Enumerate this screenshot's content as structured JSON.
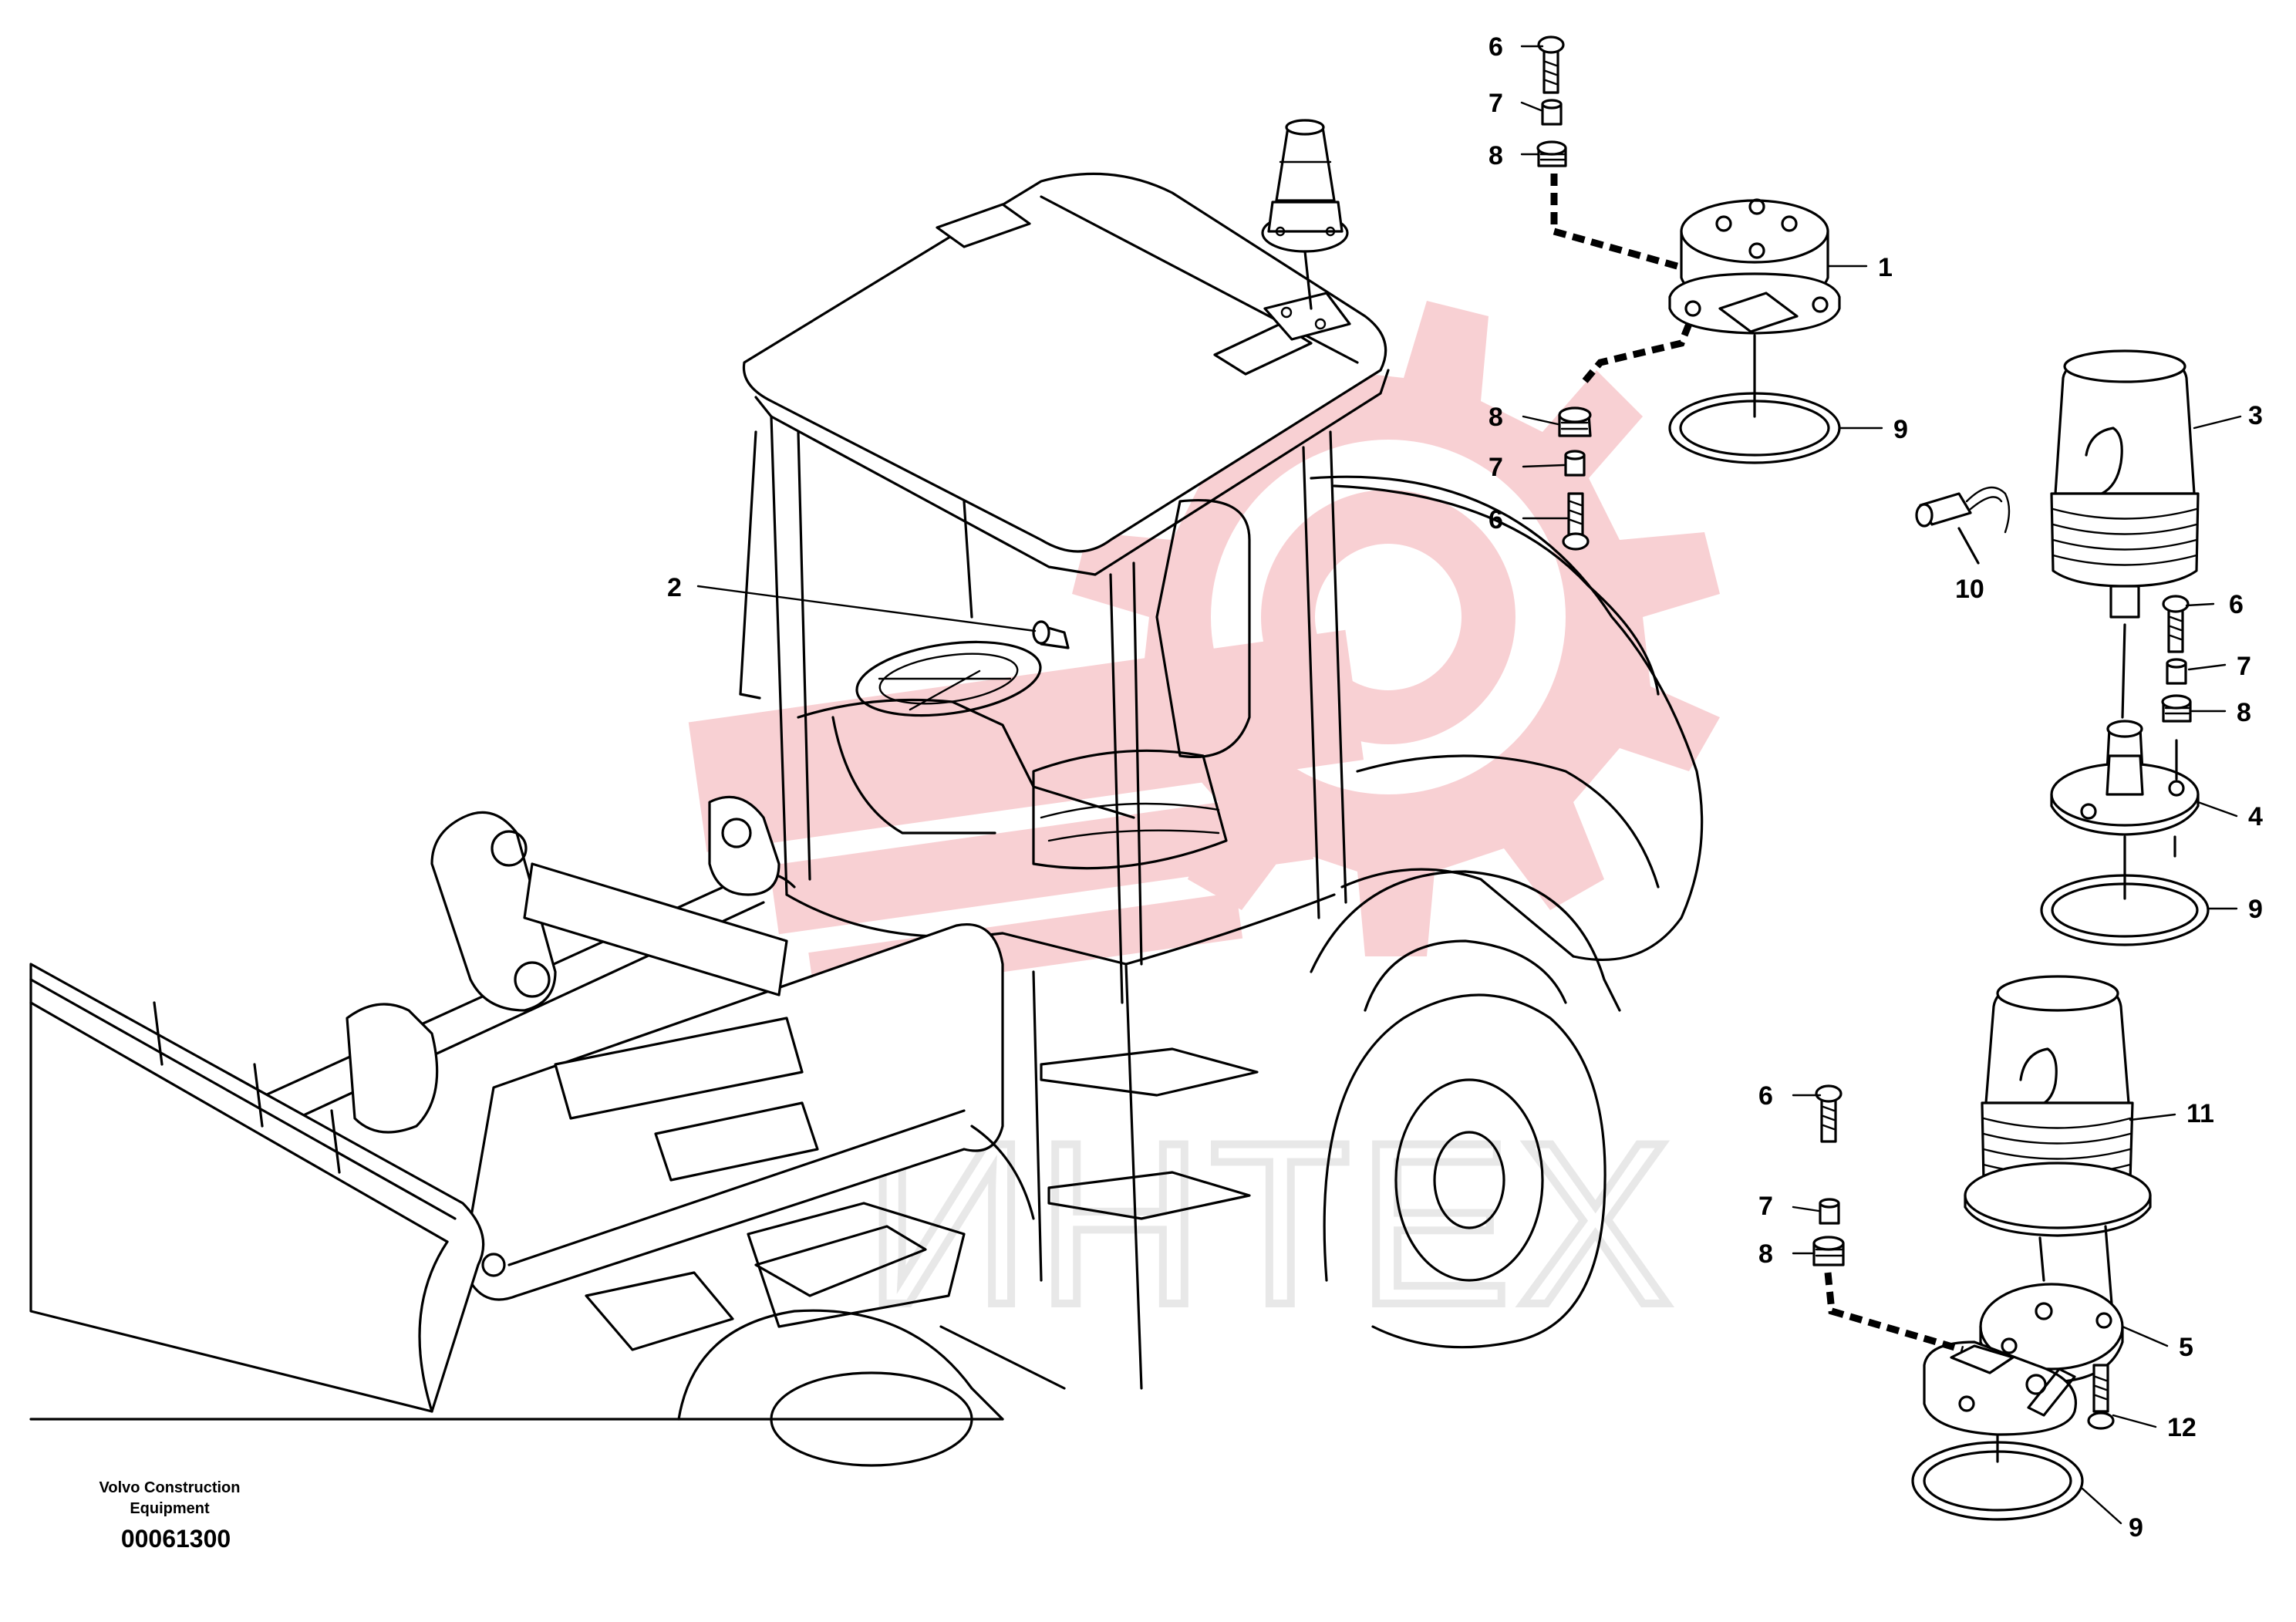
{
  "diagram": {
    "callouts": [
      {
        "id": "c1",
        "label": "1",
        "part": "base-1"
      },
      {
        "id": "c2",
        "label": "2",
        "part": "socket-2"
      },
      {
        "id": "c3",
        "label": "3",
        "part": "beacon-3"
      },
      {
        "id": "c4",
        "label": "4",
        "part": "base-4"
      },
      {
        "id": "c5",
        "label": "5",
        "part": "base-5"
      },
      {
        "id": "c6a",
        "label": "6",
        "part": "screw"
      },
      {
        "id": "c7a",
        "label": "7",
        "part": "washer"
      },
      {
        "id": "c8a",
        "label": "8",
        "part": "nut"
      },
      {
        "id": "c6b",
        "label": "6",
        "part": "screw"
      },
      {
        "id": "c7b",
        "label": "7",
        "part": "washer"
      },
      {
        "id": "c8b",
        "label": "8",
        "part": "nut"
      },
      {
        "id": "c6c",
        "label": "6",
        "part": "screw"
      },
      {
        "id": "c7c",
        "label": "7",
        "part": "washer"
      },
      {
        "id": "c8c",
        "label": "8",
        "part": "nut"
      },
      {
        "id": "c6d",
        "label": "6",
        "part": "screw"
      },
      {
        "id": "c7d",
        "label": "7",
        "part": "washer"
      },
      {
        "id": "c8d",
        "label": "8",
        "part": "nut"
      },
      {
        "id": "c9a",
        "label": "9",
        "part": "seal"
      },
      {
        "id": "c9b",
        "label": "9",
        "part": "seal"
      },
      {
        "id": "c9c",
        "label": "9",
        "part": "seal"
      },
      {
        "id": "c10",
        "label": "10",
        "part": "connector-10"
      },
      {
        "id": "c11",
        "label": "11",
        "part": "beacon-11"
      },
      {
        "id": "c12",
        "label": "12",
        "part": "screw-12"
      }
    ],
    "watermark": "ИНТЕХ",
    "watermark_logo_color": "#f0a0a6",
    "ink_color": "#000000"
  },
  "footer": {
    "manufacturer_line1": "Volvo Construction",
    "manufacturer_line2": "Equipment",
    "drawing_number": "00061300"
  }
}
